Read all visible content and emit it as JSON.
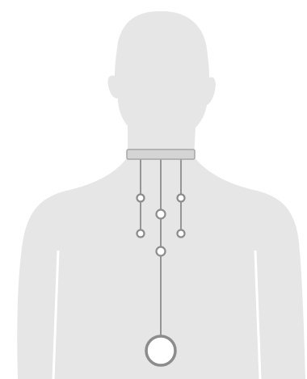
{
  "illustration": {
    "subject": "torso-silhouette-with-collar-pendants",
    "colors": {
      "background": "#ffffff",
      "silhouette": "#e6e6e6",
      "collar_fill": "#d4d4d4",
      "collar_stroke": "#a6a6a6",
      "wire": "#6a6a6a",
      "ring_stroke": "#8c8c8c",
      "ring_fill": "#ffffff"
    },
    "wires": [
      {
        "id": "wire-left",
        "rings": [
          {
            "id": "ring-left-upper"
          },
          {
            "id": "ring-left-lower"
          }
        ]
      },
      {
        "id": "wire-center",
        "rings": [
          {
            "id": "ring-center-upper"
          },
          {
            "id": "ring-center-lower"
          },
          {
            "id": "ring-center-large"
          }
        ]
      },
      {
        "id": "wire-right",
        "rings": [
          {
            "id": "ring-right-upper"
          },
          {
            "id": "ring-right-lower"
          }
        ]
      }
    ]
  }
}
